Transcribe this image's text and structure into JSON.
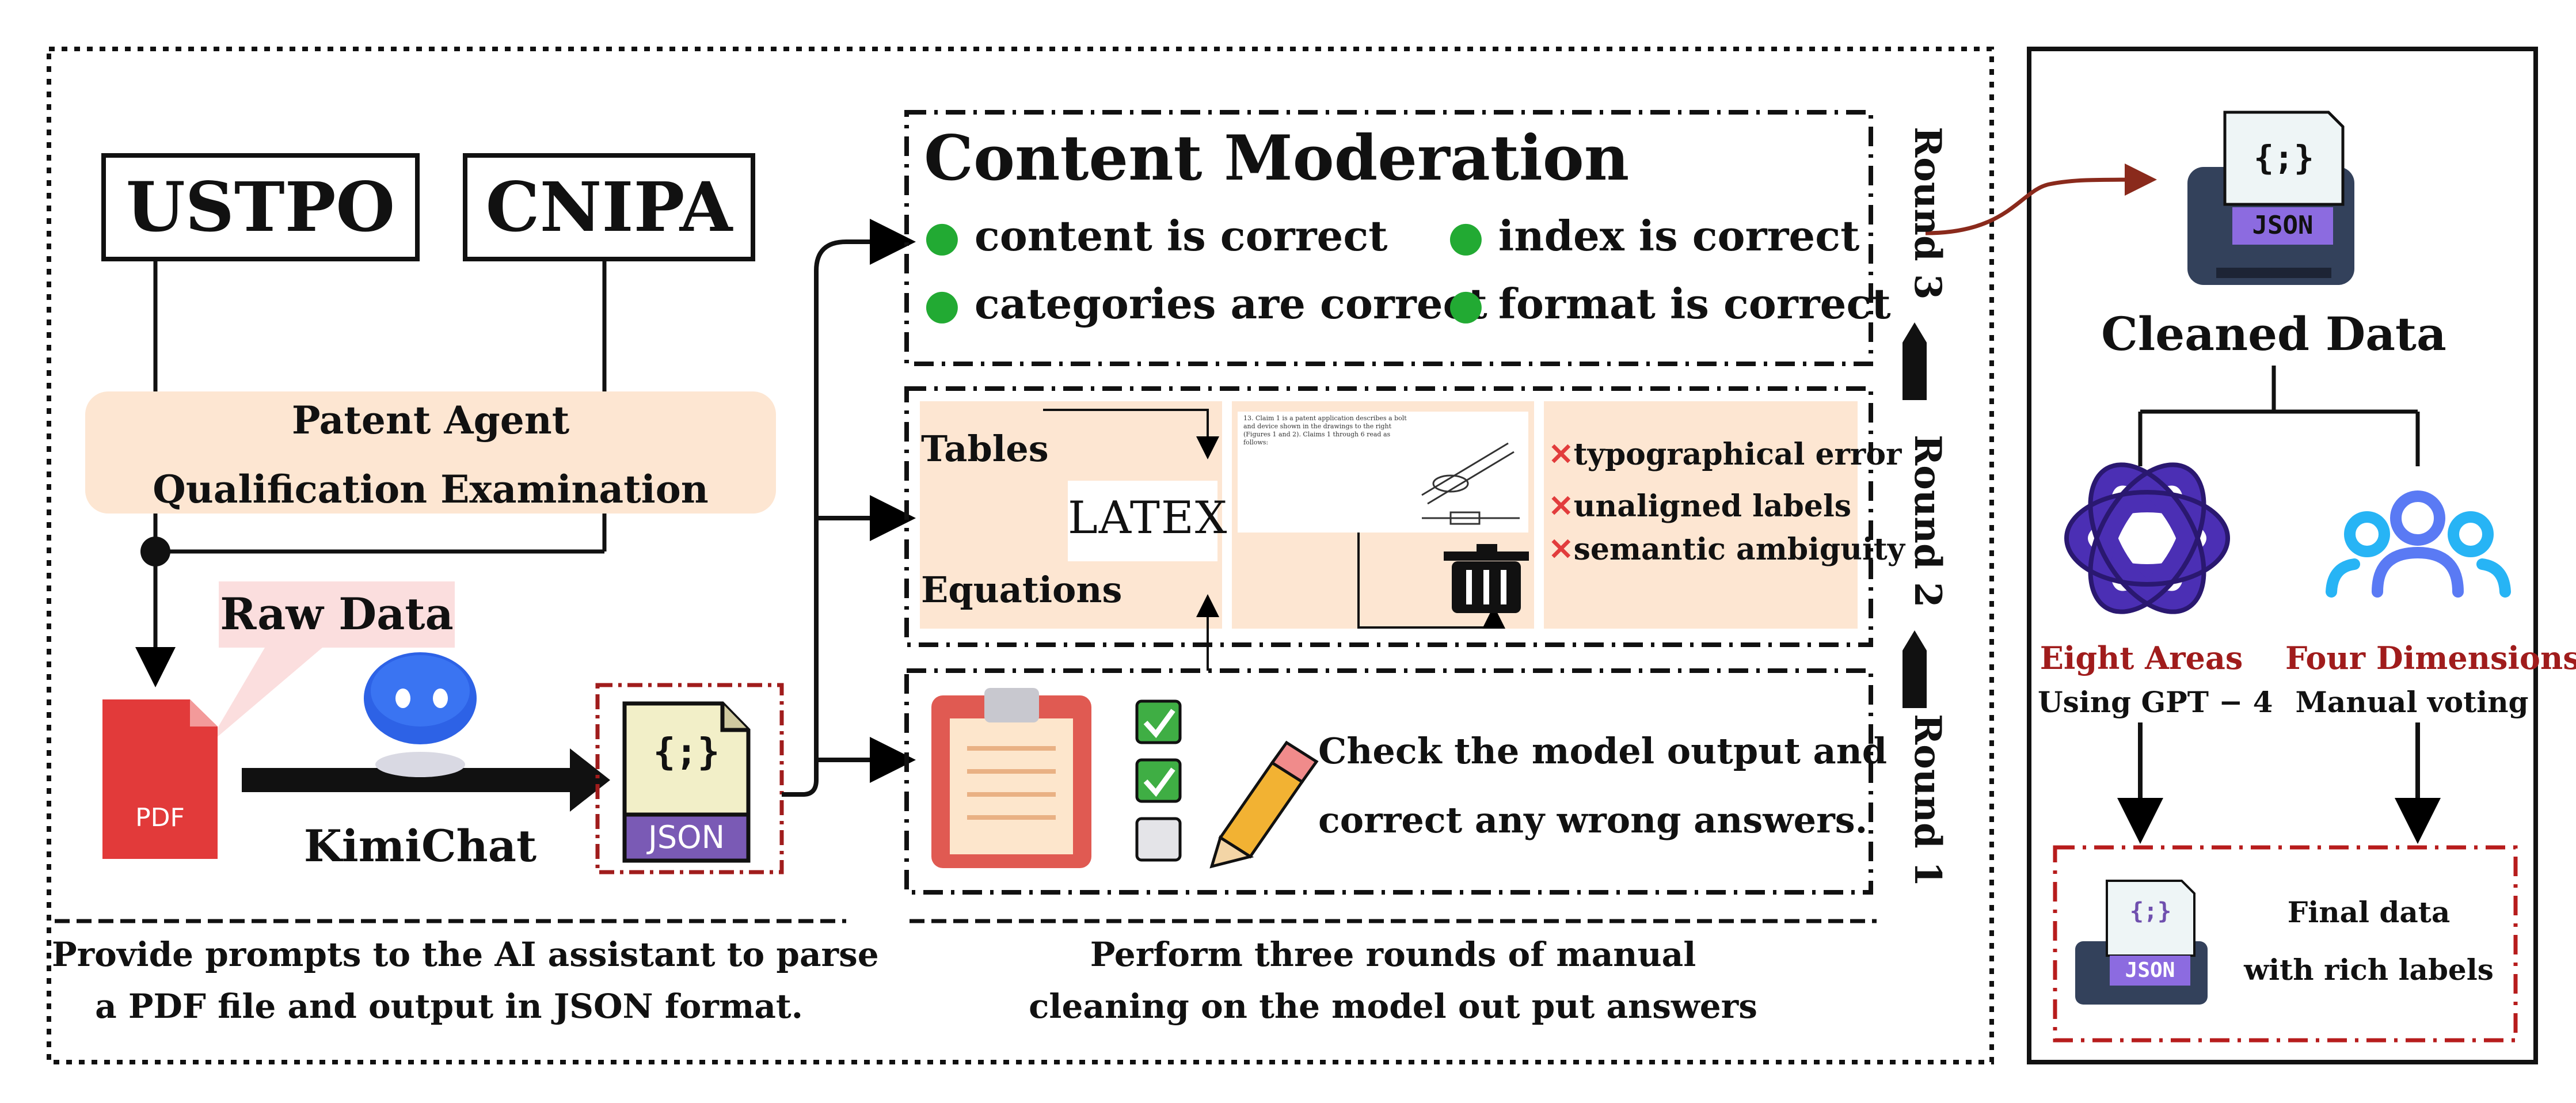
{
  "left": {
    "source_1": "USTPO",
    "source_2": "CNIPA",
    "exam_line1": "Patent Agent",
    "exam_line2": "Qualification Examination",
    "raw_data": "Raw Data",
    "pdf_label": "PDF",
    "model": "KimiChat",
    "json_label": "JSON",
    "json_glyph": "{;}",
    "caption_line1": "Provide prompts to the AI assistant to parse",
    "caption_line2": "a PDF file and output in JSON format."
  },
  "middle": {
    "round3_label": "Round 3",
    "round2_label": "Round 2",
    "round1_label": "Round 1",
    "moderation_title": "Content Moderation",
    "checks": [
      "content is correct",
      "index is correct",
      "categories are correct",
      "format is correct"
    ],
    "tables": "Tables",
    "latex": "LATEX",
    "equations": "Equations",
    "errors": [
      "typographical error",
      "unaligned labels",
      "semantic ambiguity"
    ],
    "check_text_line1": "Check the model output and",
    "check_text_line2": "correct any wrong answers.",
    "caption_line1": "Perform three rounds of manual",
    "caption_line2": "cleaning on the model out put answers",
    "patent_excerpt": "13. Claim 1 is a patent application describes a bolt and device shown in the drawings to the right (Figures 1 and 2). Claims 1 through 6 read as follows:"
  },
  "right": {
    "json_label": "JSON",
    "json_glyph": "{;}",
    "cleaned": "Cleaned Data",
    "area1": "Eight Areas",
    "area1_sub": "Using GPT − 4",
    "area2": "Four Dimensions",
    "area2_sub": "Manual voting",
    "final_line1": "Final data",
    "final_line2": "with rich labels"
  },
  "colors": {
    "accent_red": "#a01c1c",
    "peach": "#fde6d2",
    "check_green": "#22aa33",
    "json_purple": "#6f4fae",
    "openai_purple": "#4b2fb4",
    "people_blue": "#27b4f5",
    "pdf_red": "#e23a3a"
  }
}
